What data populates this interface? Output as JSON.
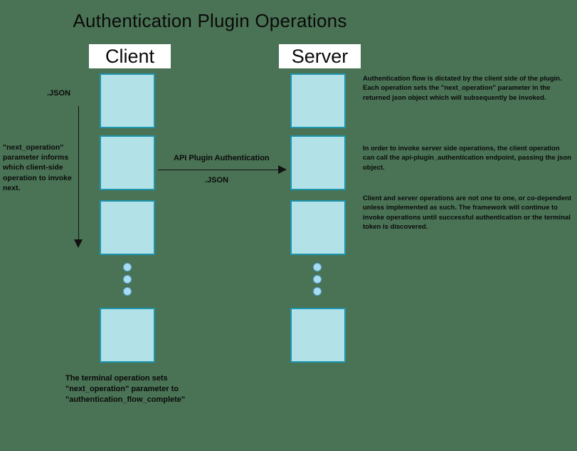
{
  "diagram": {
    "title": "Authentication Plugin Operations",
    "background_color": "#4a7355",
    "box_fill_color": "#b2e2e8",
    "box_border_color": "#1f95ae",
    "dot_color": "#a8dcf0"
  },
  "columns": [
    {
      "id": "client",
      "label": "Client",
      "box_count": 4,
      "ellipsis_dots": 3
    },
    {
      "id": "server",
      "label": "Server",
      "box_count": 4,
      "ellipsis_dots": 3
    }
  ],
  "arrows": {
    "client_flow": {
      "direction": "down",
      "top_label": ".JSON",
      "side_label": "\"next_operation\" parameter informs which client-side operation to invoke next."
    },
    "client_to_server": {
      "direction": "right",
      "label_above": "API Plugin Authentication",
      "label_below": ".JSON"
    }
  },
  "notes": [
    {
      "id": "note-auth-flow",
      "text": "Authentication flow is dictated by the client side of the plugin.  Each operation sets the \"next_operation\" parameter in the returned json object which will subsequently be invoked."
    },
    {
      "id": "note-server-invoke",
      "text": "In order to invoke server side operations, the client operation can call the api-plugin_authentication endpoint, passing the json object."
    },
    {
      "id": "note-not-one-to-one",
      "text": "Client and server operations are not one to one, or co-dependent unless implemented as such.  The framework will continue to invoke operations until successful authentication or the terminal token is discovered."
    }
  ],
  "footer_note": {
    "id": "note-terminal-operation",
    "text": "The terminal operation sets \"next_operation\" parameter to \"authentication_flow_complete\""
  }
}
